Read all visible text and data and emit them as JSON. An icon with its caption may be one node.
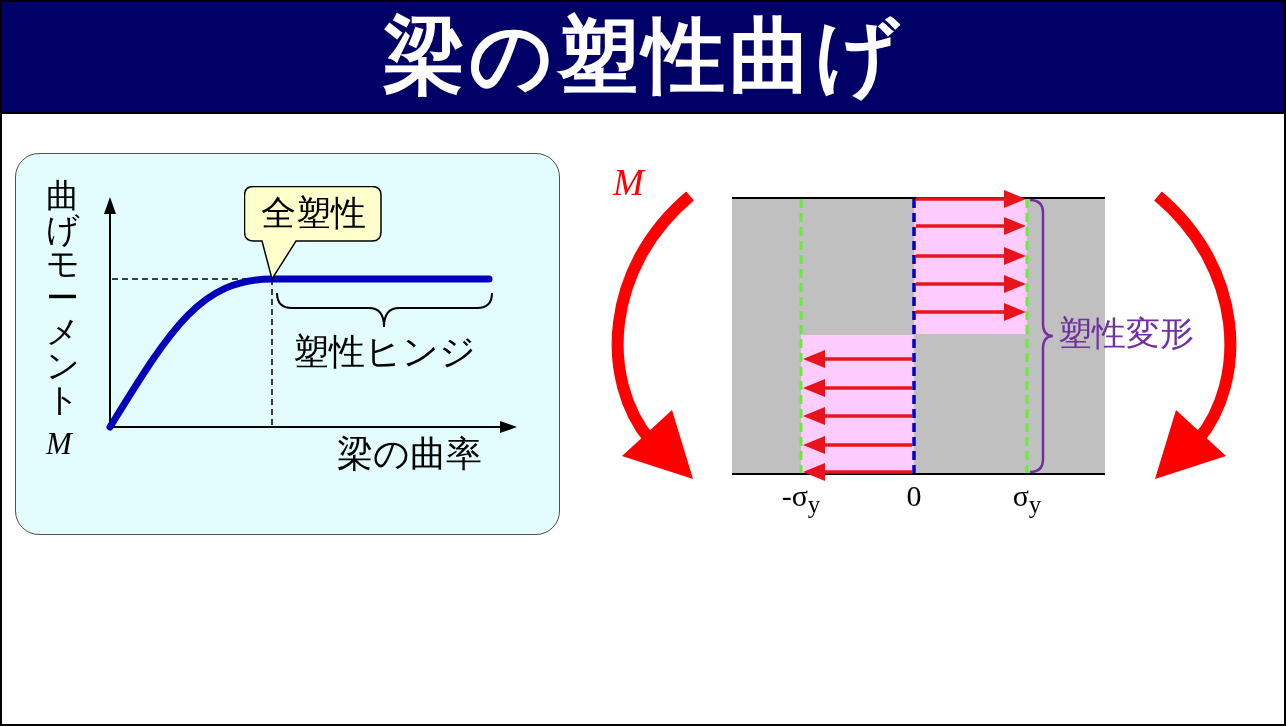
{
  "diagram": {
    "title": "梁の塑性曲げ",
    "nodes": [
      {
        "text": [],
        "shape": "box"
      },
      {
        "text": [
          "全塑性"
        ],
        "in": 0
      }
    ],
    "labels": [
      "曲げモーメント",
      "M",
      "塑性ヒンジ",
      "梁の曲率",
      "M",
      "塑性変形",
      "-σ$_{y}$",
      "0",
      "σ$_{y}$"
    ]
  }
}
